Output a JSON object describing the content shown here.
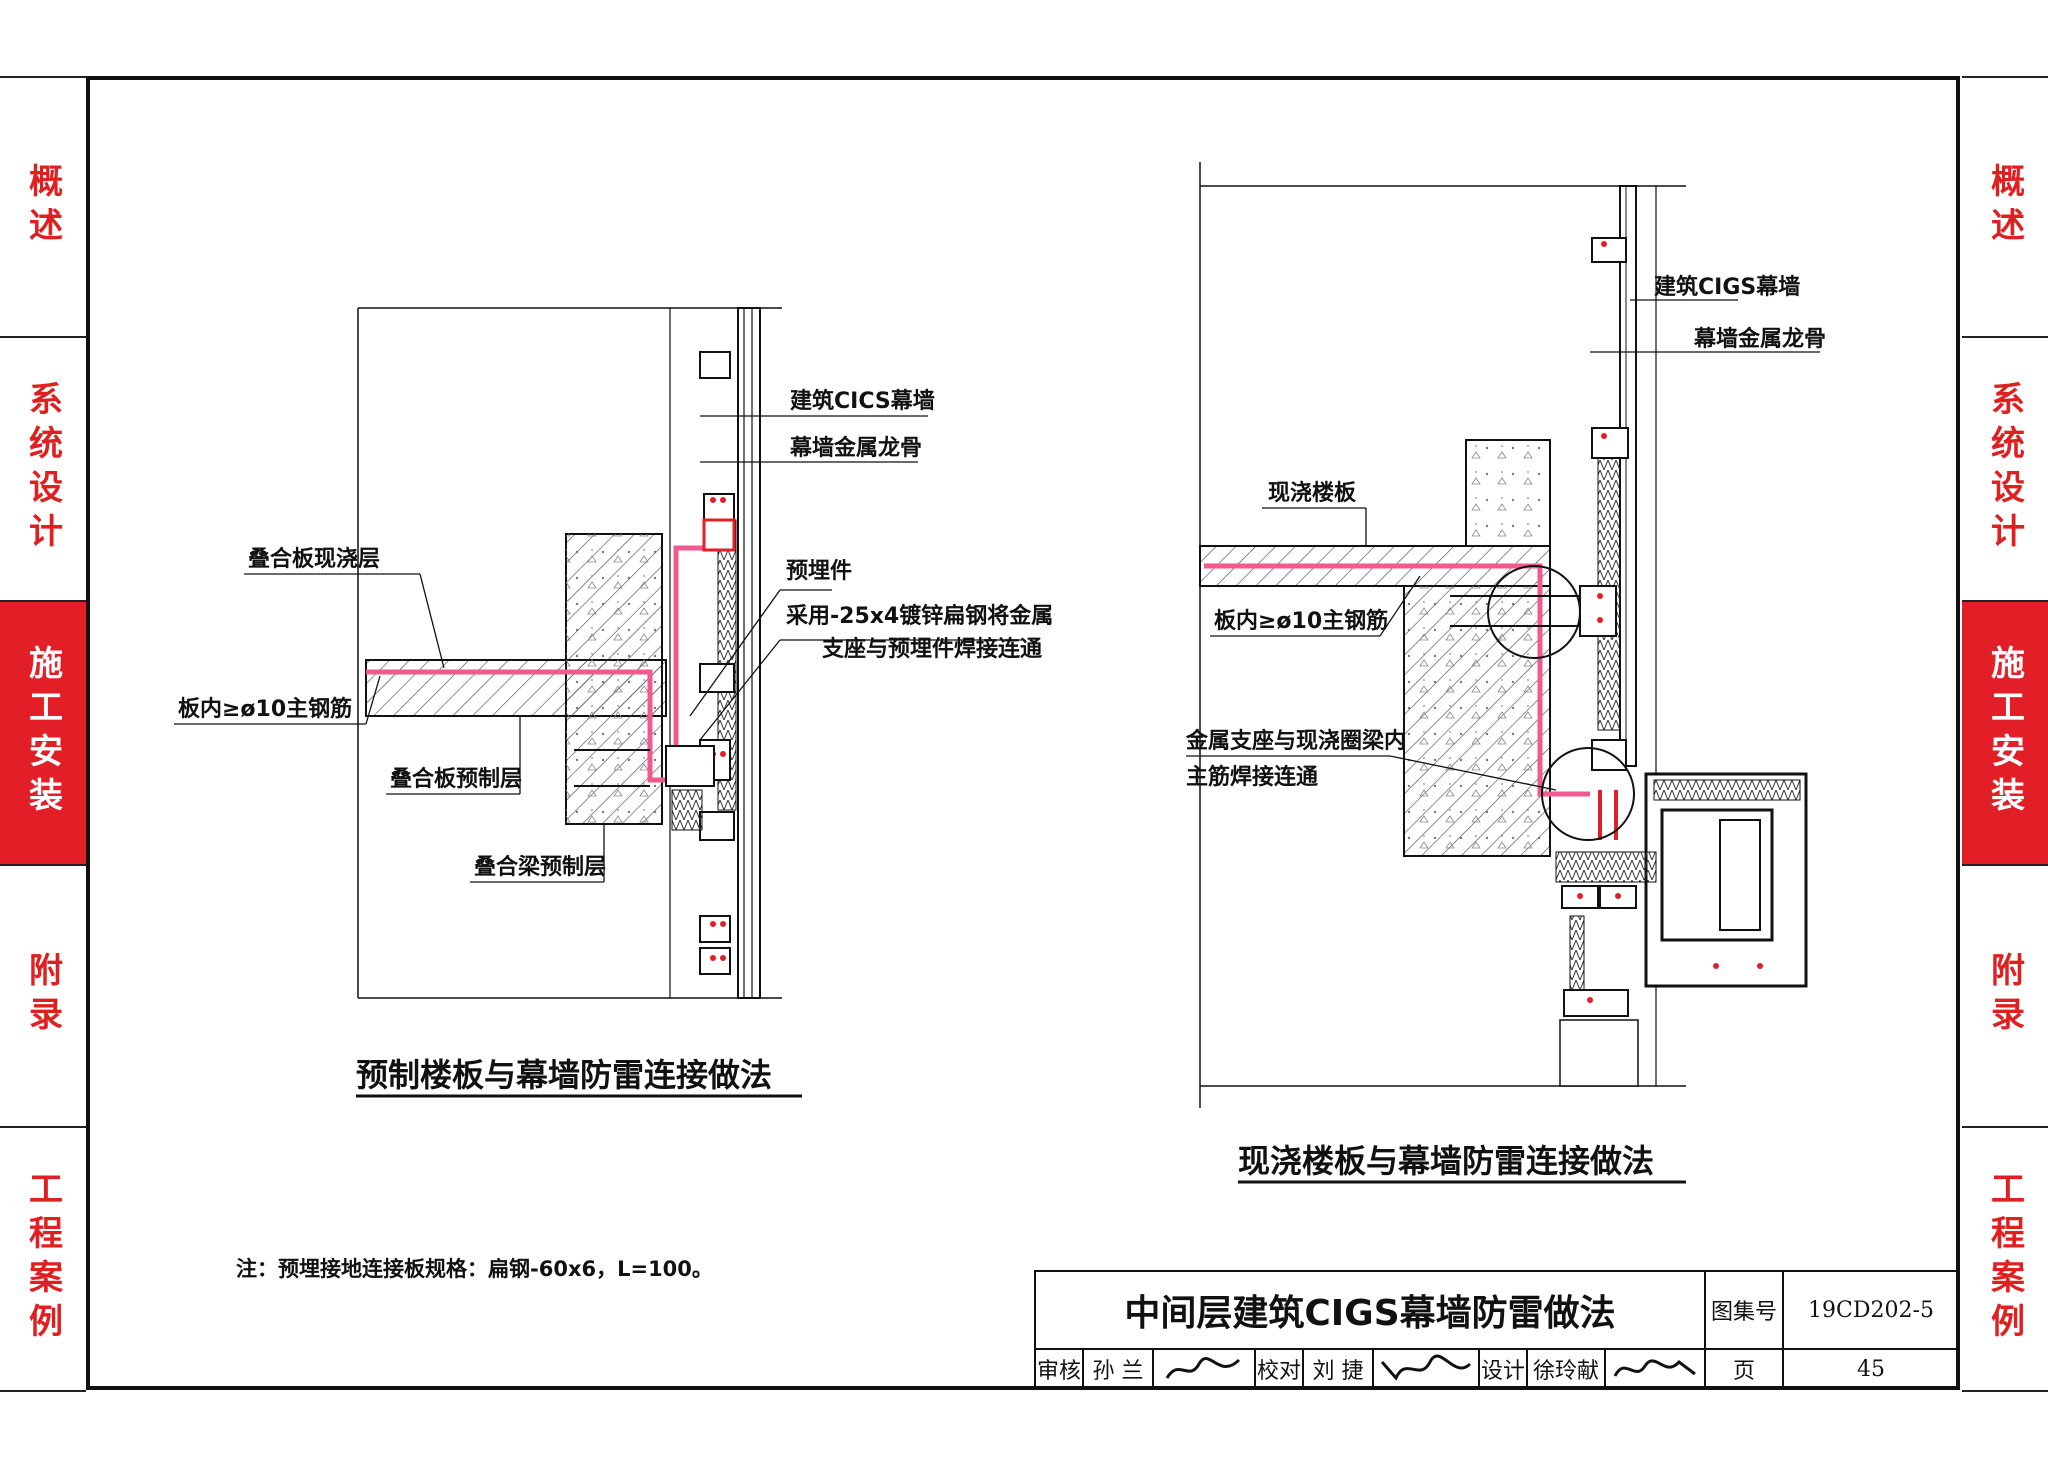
{
  "side_tabs": {
    "left": [
      "概述",
      "系统设计",
      "施工安装",
      "附录",
      "工程案例"
    ],
    "right": [
      "概述",
      "系统设计",
      "施工安装",
      "附录",
      "工程案例"
    ],
    "active": "施工安装"
  },
  "left_drawing": {
    "caption": "预制楼板与幕墙防雷连接做法",
    "labels": {
      "curtain_wall": "建筑CICS幕墙",
      "metal_keel": "幕墙金属龙骨",
      "slab_cast_layer": "叠合板现浇层",
      "embedded_part": "预埋件",
      "weld_note_1": "采用-25x4镀锌扁钢将金属",
      "weld_note_2": "支座与预埋件焊接连通",
      "main_rebar": "板内≥ø10主钢筋",
      "slab_precast_layer": "叠合板预制层",
      "beam_precast_layer": "叠合梁预制层"
    }
  },
  "right_drawing": {
    "caption": "现浇楼板与幕墙防雷连接做法",
    "labels": {
      "curtain_wall": "建筑CIGS幕墙",
      "metal_keel": "幕墙金属龙骨",
      "cast_slab": "现浇楼板",
      "main_rebar": "板内≥ø10主钢筋",
      "weld_note_1": "金属支座与现浇圈梁内",
      "weld_note_2": "主筋焊接连通"
    }
  },
  "note": "注：预埋接地连接板规格：扁钢-60x6，L=100。",
  "title_block": {
    "title": "中间层建筑CIGS幕墙防雷做法",
    "atlas_label": "图集号",
    "atlas_no": "19CD202-5",
    "review_label": "审核",
    "reviewer": "孙 兰",
    "check_label": "校对",
    "checker": "刘 捷",
    "design_label": "设计",
    "designer": "徐玲献",
    "page_label": "页",
    "page_no": "45"
  },
  "colors": {
    "accent_red": "#e21e26",
    "tab_text_red": "#e02020",
    "bond_pink": "#f05a8c",
    "line_black": "#111111"
  }
}
